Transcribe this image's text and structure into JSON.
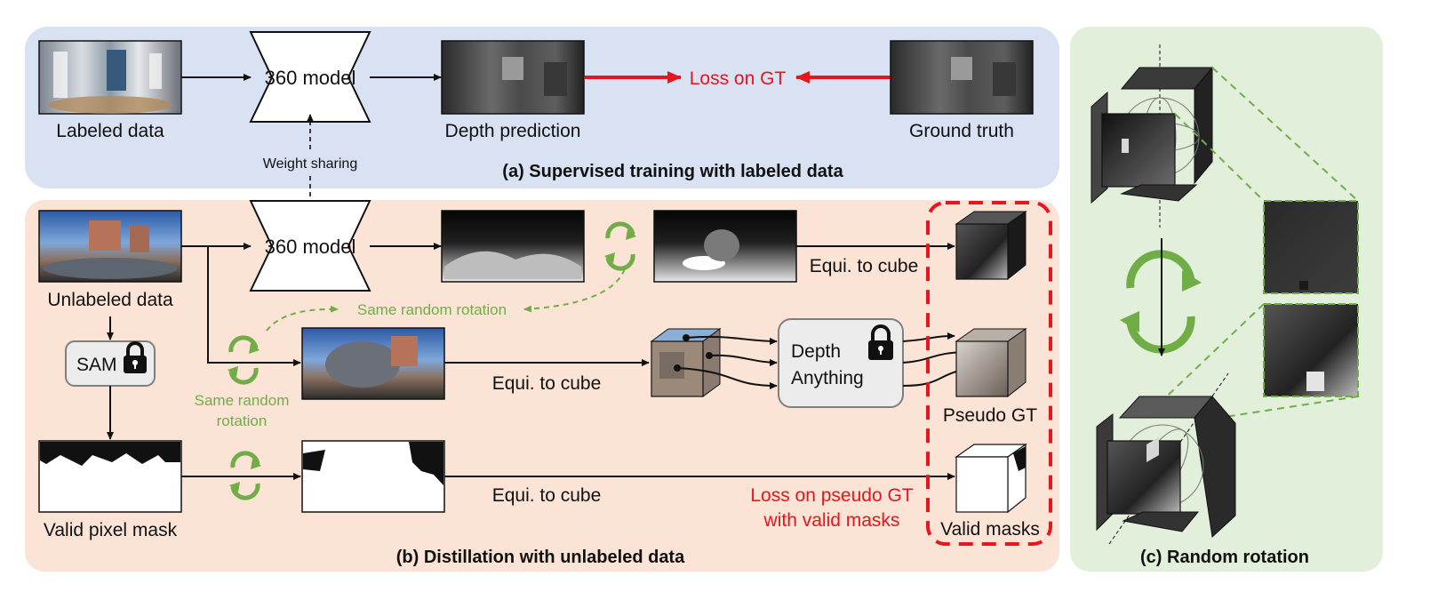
{
  "colors": {
    "panel_a": "#d8e2f3",
    "panel_b": "#fbe3d6",
    "panel_c": "#e2efda",
    "accent_red": "#e5161d",
    "accent_green": "#70ad47",
    "box_gray": "#ececec"
  },
  "panel_a": {
    "title": "(a) Supervised training with labeled data",
    "labeled_data": "Labeled data",
    "model": "360 model",
    "depth_prediction": "Depth prediction",
    "loss": "Loss on GT",
    "ground_truth": "Ground truth"
  },
  "weight_sharing": "Weight sharing",
  "panel_b": {
    "title": "(b) Distillation with unlabeled data",
    "unlabeled_data": "Unlabeled data",
    "model": "360 model",
    "sam": "SAM",
    "same_rotation_top": "Same random rotation",
    "same_rotation_left_1": "Same random",
    "same_rotation_left_2": "rotation",
    "equi_cube_1": "Equi. to cube",
    "equi_cube_2": "Equi. to cube",
    "equi_cube_3": "Equi. to cube",
    "depth_anything_1": "Depth",
    "depth_anything_2": "Anything",
    "pseudo_gt": "Pseudo GT",
    "valid_pixel_mask": "Valid pixel mask",
    "loss_line_1": "Loss on pseudo GT",
    "loss_line_2": "with valid masks",
    "valid_masks": "Valid masks"
  },
  "panel_c": {
    "title": "(c) Random rotation"
  }
}
